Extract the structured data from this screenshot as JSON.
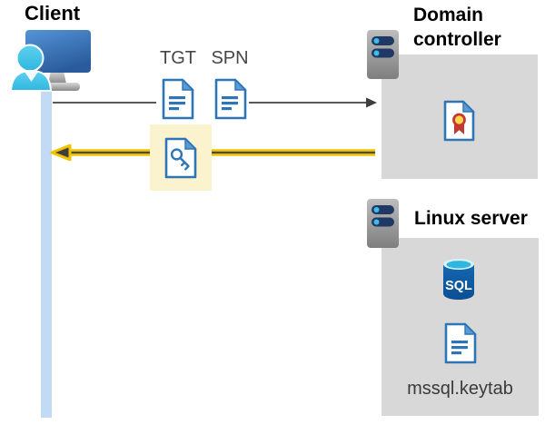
{
  "diagram": {
    "client": {
      "title": "Client"
    },
    "flow": {
      "tgt_label": "TGT",
      "spn_label": "SPN"
    },
    "domain_controller": {
      "title": "Domain controller"
    },
    "linux_server": {
      "title": "Linux server",
      "sql_badge": "SQL",
      "keytab_file": "mssql.keytab"
    }
  },
  "icons": [
    "client-workstation-icon",
    "client-lifeline",
    "tgt-document-icon",
    "spn-document-icon",
    "key-ticket-document-icon",
    "request-arrow",
    "response-arrow",
    "server-icon",
    "certificate-icon",
    "sql-database-icon",
    "keytab-document-icon"
  ],
  "colors": {
    "doc_border_blue": "#2E75B6",
    "doc_fold_blue": "#5B9BD5",
    "highlight_yellow": "#FBF3CD",
    "arrow_yellow": "#F2C400",
    "arrow_dark_gray": "#595959",
    "box_gray": "#D8D8D8",
    "lifeline_blue": "#C3DAF5",
    "server_slot_navy": "#1F3864",
    "server_led_cyan": "#3FBDE8",
    "sql_body_blue": "#0F5FA8",
    "sql_top_cyan": "#2FB7E0",
    "person_cyan": "#49C7E9",
    "monitor_blue": "#3B74B8",
    "seal_yellow": "#FFD44F",
    "seal_red": "#C4392F"
  }
}
